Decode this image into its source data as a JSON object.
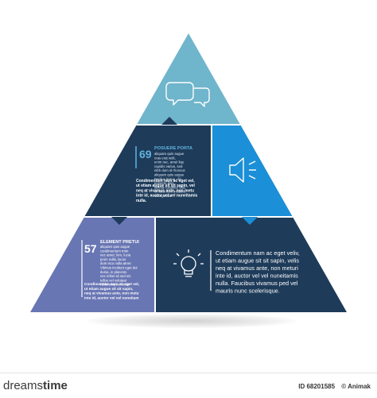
{
  "blocks": {
    "upper": {
      "number": "69",
      "title": "POSUERE PORTA",
      "lines": [
        "aliquam quis augue",
        "cras erat velit,",
        "enim nec, amet liqu",
        "cupidis varius, sed",
        "nibh dum id rhoncus",
        "aliquam quis augue",
        "Facilus lectus, dui",
        "posuere dap.",
        "lacinia curabitur vise.",
        "in nulla nom incidunt",
        "vel eget dui"
      ],
      "paragraph": [
        "Condimentum nam ac eget vel,",
        "ut etiam augue sit sit sapin, vel",
        "neq at vivamus ante, non metu",
        "inte id, auctor vel vel nuneitamis",
        "nulla."
      ]
    },
    "lower_left": {
      "number": "57",
      "title": "ELEMENT PRETUI",
      "lines": [
        "aliquam quis augue",
        "condimentum mtm",
        "nec amet, lom, lucia",
        "proin nulla, lacus",
        "dum iscu nulla atnec",
        "Vibinus incidunt eget dui",
        "dunia, in placerat.",
        "nec tellus sit sed etc",
        "tellus vel volutpat",
        "nulla tempus lorem"
      ],
      "paragraph": [
        "Condimentum nam ac eget vel,",
        "ut etiam augue sit sit sapin,",
        "neq at vivamus ante, non metu",
        "inte id, auctor vel vel nuneitam"
      ]
    },
    "lower_right": {
      "paragraph": [
        "Condimentum nam ac eget veliv,",
        "ut etiam augue sit sit sapin, velis",
        "neq at vivamus ante, non meturi",
        "inte id, auctor vel vel nuneitamis",
        "nulla. Faucibus vivamus ped vel",
        "mauris nunc scelerisque."
      ]
    }
  },
  "icons": {
    "top": "speech-bubbles-icon",
    "mid_right": "speaker-icon",
    "lower_right": "lightbulb-icon"
  },
  "colors": {
    "top": "#6fb5cc",
    "mid_left": "#1e3b5a",
    "mid_right": "#1b8fd7",
    "lower_left": "#6976b4",
    "lower_right": "#1e3b5a",
    "text_light": "#dfe8f1",
    "accent": "#5fb4de"
  },
  "footer": {
    "logo_a": "dreams",
    "logo_b": "time",
    "id": "ID 68201585",
    "author": "© Animak"
  }
}
